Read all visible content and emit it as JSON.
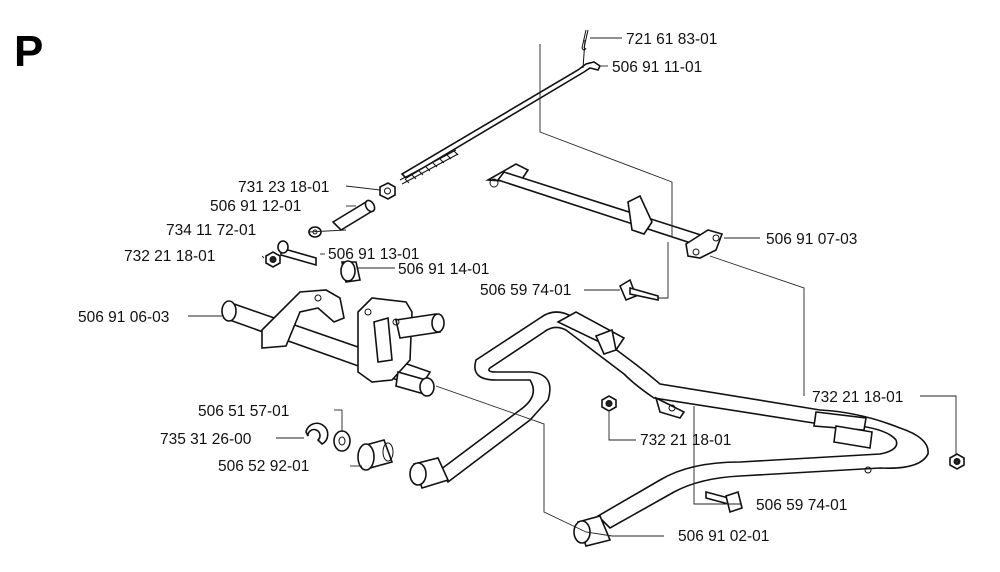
{
  "sheet_letter": "P",
  "parts": [
    {
      "id": "p1",
      "number": "721 61 83-01"
    },
    {
      "id": "p2",
      "number": "506 91 11-01"
    },
    {
      "id": "p3",
      "number": "731 23 18-01"
    },
    {
      "id": "p4",
      "number": "506 91 12-01"
    },
    {
      "id": "p5",
      "number": "734 11 72-01"
    },
    {
      "id": "p6",
      "number": "506 91 13-01"
    },
    {
      "id": "p7",
      "number": "732 21 18-01"
    },
    {
      "id": "p8",
      "number": "506 91 14-01"
    },
    {
      "id": "p9",
      "number": "506 91 07-03"
    },
    {
      "id": "p10",
      "number": "506 59 74-01"
    },
    {
      "id": "p11",
      "number": "506 91 06-03"
    },
    {
      "id": "p12",
      "number": "732 21 18-01"
    },
    {
      "id": "p13",
      "number": "506 51 57-01"
    },
    {
      "id": "p14",
      "number": "735 31 26-00"
    },
    {
      "id": "p15",
      "number": "732 21 18-01"
    },
    {
      "id": "p16",
      "number": "506 52 92-01"
    },
    {
      "id": "p17",
      "number": "506 59 74-01"
    },
    {
      "id": "p18",
      "number": "506 91 02-01"
    }
  ]
}
